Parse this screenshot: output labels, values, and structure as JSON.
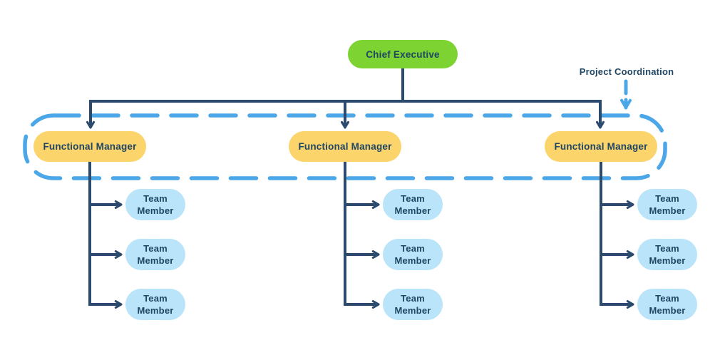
{
  "diagram": {
    "type": "org-chart",
    "annotation": {
      "label": "Project Coordination"
    },
    "chief_executive": {
      "label": "Chief Executive"
    },
    "managers": [
      {
        "label": "Functional Manager",
        "members": [
          "Team Member",
          "Team Member",
          "Team Member"
        ]
      },
      {
        "label": "Functional Manager",
        "members": [
          "Team Member",
          "Team Member",
          "Team Member"
        ]
      },
      {
        "label": "Functional Manager",
        "members": [
          "Team Member",
          "Team Member",
          "Team Member"
        ]
      }
    ]
  },
  "colors": {
    "background": "#ffffff",
    "navy": "#2c4a6e",
    "text_navy": "#204663",
    "green": "#7cd332",
    "yellow": "#fbd46b",
    "light_blue": "#b9e4fa",
    "dashed_blue": "#4ba7e8"
  }
}
